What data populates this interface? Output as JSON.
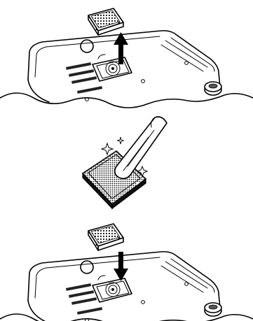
{
  "figure": {
    "steps": [
      {
        "action": "remove-filter"
      },
      {
        "action": "clean-filter"
      },
      {
        "action": "attach-filter"
      }
    ],
    "colors": {
      "line": "#000000",
      "background": "#ffffff",
      "fill_dark": "#1a1a1a"
    }
  }
}
